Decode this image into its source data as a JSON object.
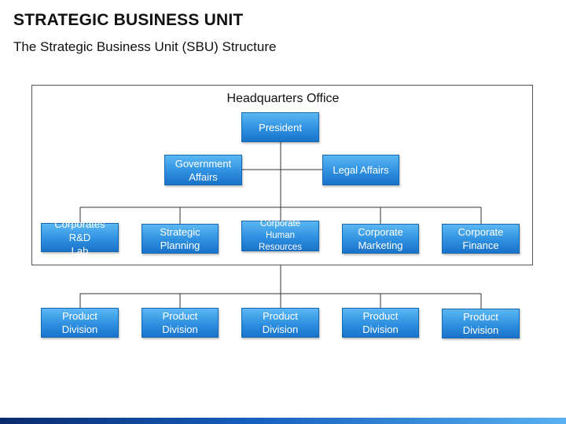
{
  "header": {
    "title": "STRATEGIC BUSINESS UNIT",
    "subtitle": "The Strategic Business Unit (SBU) Structure"
  },
  "diagram": {
    "frame_label": "Headquarters Office",
    "colors": {
      "box_top": "#5bb8f4",
      "box_bottom": "#1a73c9",
      "line": "#333333"
    },
    "president": "President",
    "staff": [
      "Government\nAffairs",
      "Legal Affairs"
    ],
    "corporate_units": [
      "Corporates R&D\nLab",
      "Strategic\nPlanning",
      "Corporate Human\nResources",
      "Corporate\nMarketing",
      "Corporate\nFinance"
    ],
    "divisions": [
      "Product Division",
      "Product Division",
      "Product Division",
      "Product Division",
      "Product Division"
    ]
  }
}
